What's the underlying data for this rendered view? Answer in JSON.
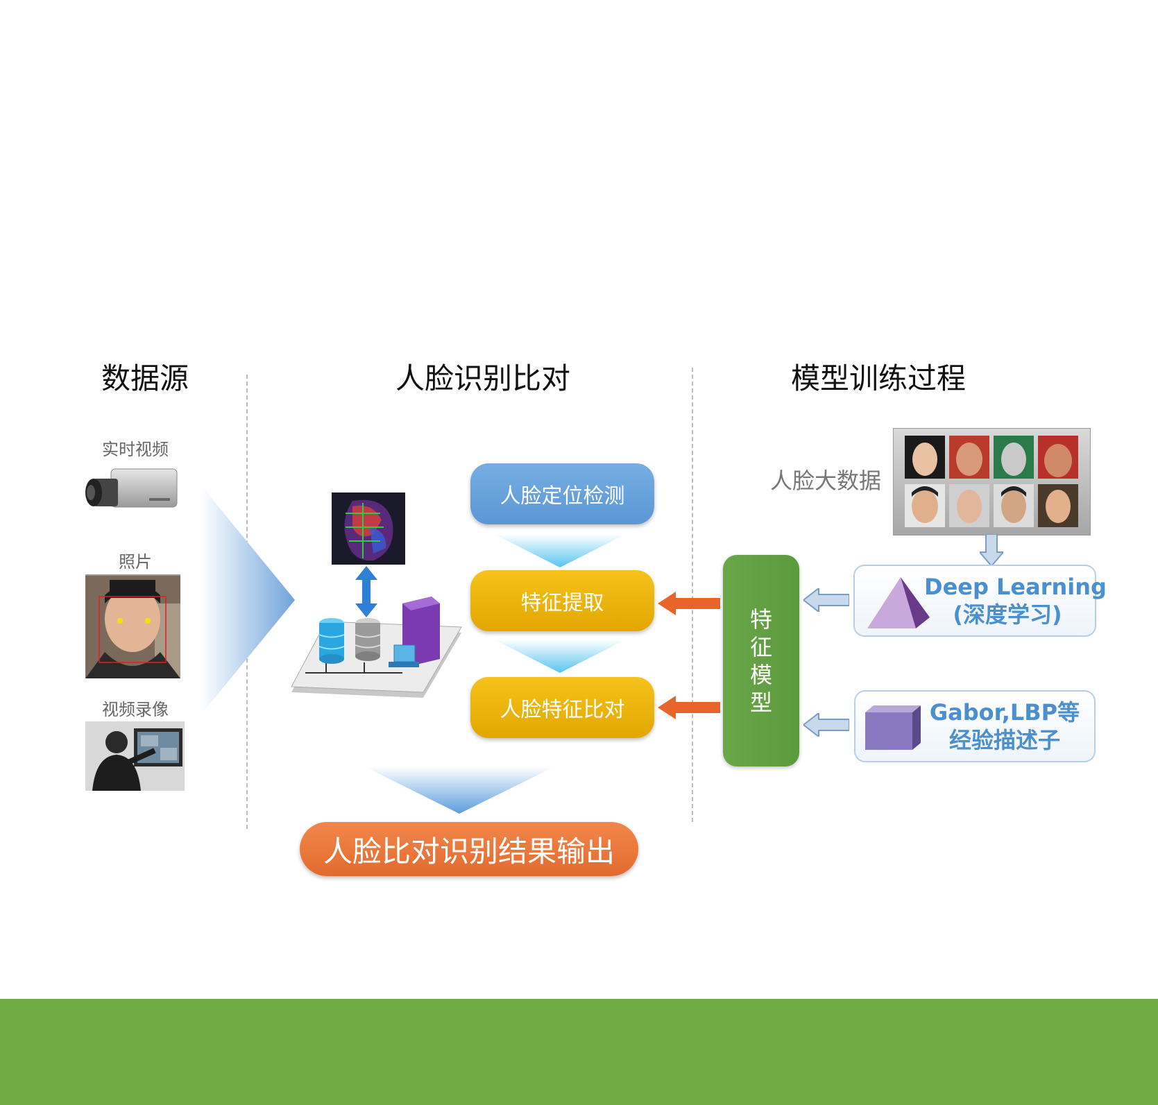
{
  "columns": {
    "source": "数据源",
    "recognition": "人脸识别比对",
    "training": "模型训练过程"
  },
  "sources": [
    {
      "label": "实时视频",
      "icon": "camera-icon"
    },
    {
      "label": "照片",
      "icon": "photo-icon"
    },
    {
      "label": "视频录像",
      "icon": "video-recording-icon"
    }
  ],
  "steps": {
    "detect": "人脸定位检测",
    "extract": "特征提取",
    "compare": "人脸特征比对",
    "output": "人脸比对识别结果输出"
  },
  "training": {
    "big_data": "人脸大数据",
    "feature_model": [
      "特",
      "征",
      "模",
      "型"
    ],
    "deep_learning": [
      "Deep Learning",
      "(深度学习)"
    ],
    "descriptor": [
      "Gabor,LBP等",
      "经验描述子"
    ]
  },
  "colors": {
    "blue_pill": "#5b97d5",
    "gold_pill": "#e2a700",
    "orange_pill": "#e36a2e",
    "green_bar": "#5b9a3c",
    "method_text": "#4a8fd0",
    "footer": "#71ab44"
  }
}
